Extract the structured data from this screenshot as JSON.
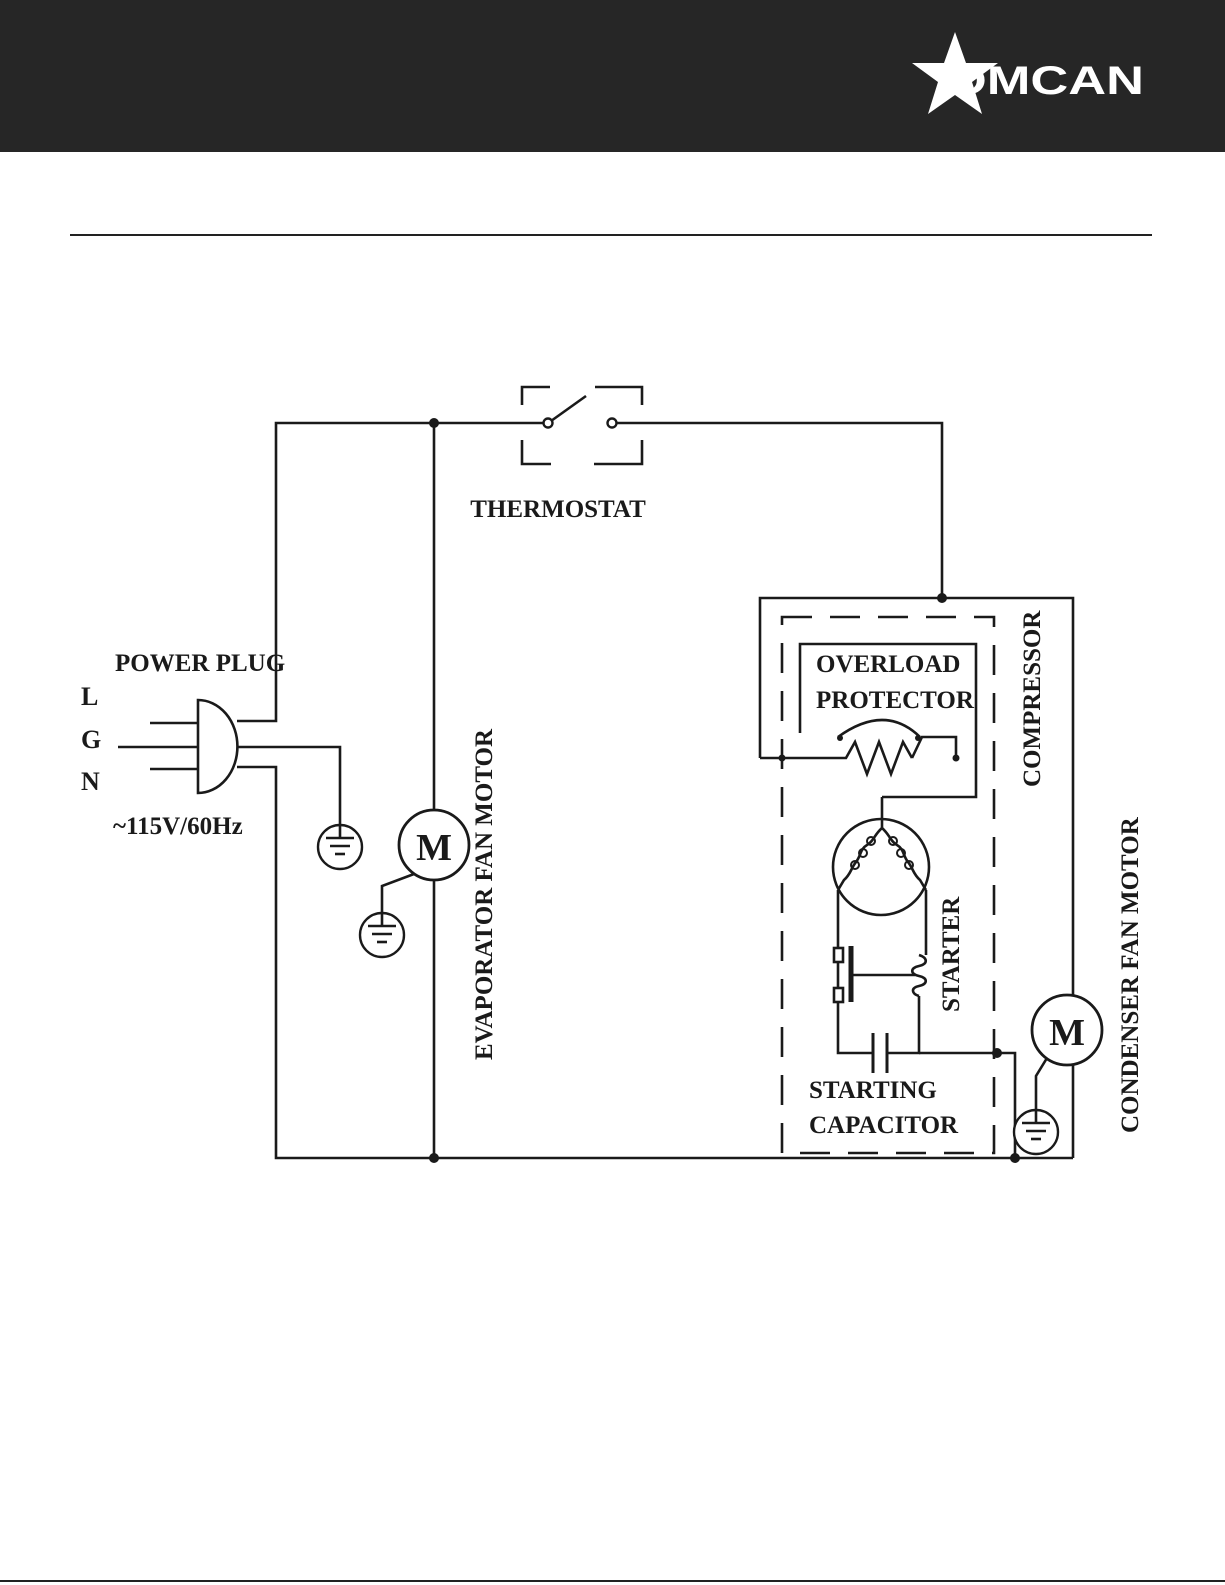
{
  "header": {
    "brand": "OMCAN"
  },
  "diagram": {
    "labels": {
      "thermostat": "THERMOSTAT",
      "power_plug": "POWER PLUG",
      "line": "L",
      "ground": "G",
      "neutral": "N",
      "voltage": "~115V/60Hz",
      "evaporator_fan_motor": "EVAPORATOR FAN MOTOR",
      "overload_protector_line1": "OVERLOAD",
      "overload_protector_line2": "PROTECTOR",
      "compressor": "COMPRESSOR",
      "starter": "STARTER",
      "starting_capacitor_line1": "STARTING",
      "starting_capacitor_line2": "CAPACITOR",
      "condenser_fan_motor": "CONDENSER FAN MOTOR",
      "motor_symbol_evaporator": "M",
      "motor_symbol_condenser": "M"
    }
  }
}
